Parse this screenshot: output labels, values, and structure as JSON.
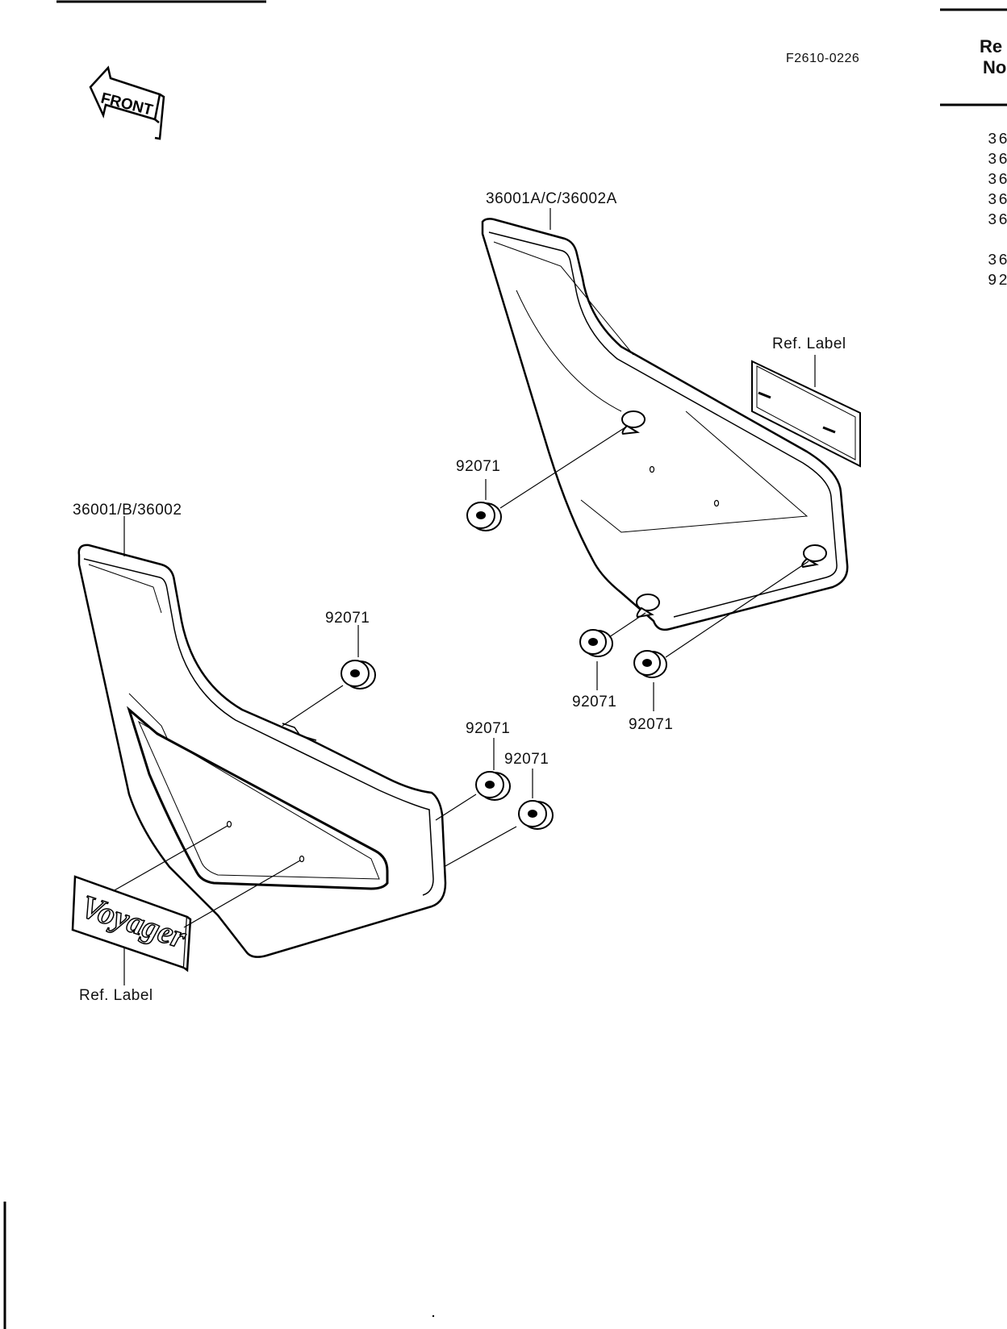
{
  "figure_id": "F2610-0226",
  "front_arrow_text": "FRONT",
  "callouts": {
    "right_cover": "36001A/C/36002A",
    "left_cover": "36001/B/36002",
    "ref_label_right": "Ref. Label",
    "ref_label_left": "Ref. Label",
    "grommet_right_top": "92071",
    "grommet_right_bottom_a": "92071",
    "grommet_right_bottom_b": "92071",
    "grommet_left_top": "92071",
    "grommet_left_mid": "92071",
    "grommet_left_low": "92071"
  },
  "emblem_text": "Voyager",
  "side_table": {
    "header_line1": "Re",
    "header_line2": "No",
    "rows": [
      "36",
      "36",
      "36",
      "36",
      "36",
      "36",
      "92"
    ]
  }
}
